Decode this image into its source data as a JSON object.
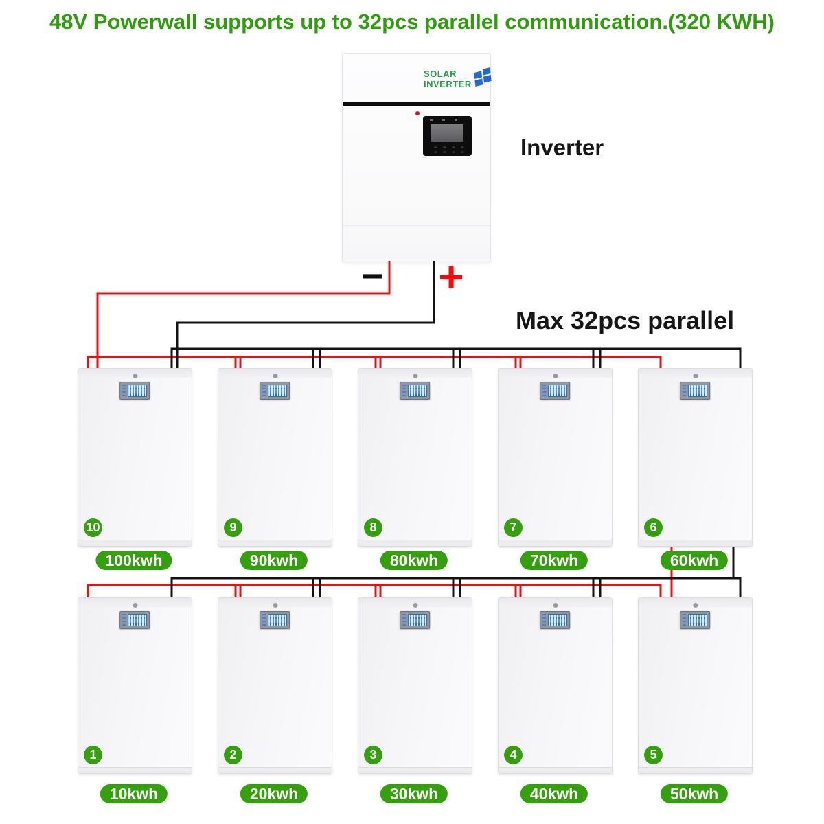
{
  "title": "48V Powerwall supports up to 32pcs parallel communication.(320 KWH)",
  "inverter": {
    "label": "Inverter",
    "brand_line1": "SOLAR",
    "brand_line2": "INVERTER",
    "minus_symbol": "−",
    "plus_symbol": "+"
  },
  "note": "Max 32pcs parallel",
  "batteries": [
    {
      "number": "10",
      "capacity": "100kwh"
    },
    {
      "number": "9",
      "capacity": "90kwh"
    },
    {
      "number": "8",
      "capacity": "80kwh"
    },
    {
      "number": "7",
      "capacity": "70kwh"
    },
    {
      "number": "6",
      "capacity": "60kwh"
    },
    {
      "number": "1",
      "capacity": "10kwh"
    },
    {
      "number": "2",
      "capacity": "20kwh"
    },
    {
      "number": "3",
      "capacity": "30kwh"
    },
    {
      "number": "4",
      "capacity": "40kwh"
    },
    {
      "number": "5",
      "capacity": "50kwh"
    }
  ],
  "colors": {
    "title_green": "#2f9c0d",
    "badge_green": "#35a00e",
    "brand_green": "#2e9b4e",
    "brand_blue": "#2468d4",
    "wire_red": "#f10d0d",
    "wire_black": "#131313",
    "led_red": "#e21010"
  }
}
